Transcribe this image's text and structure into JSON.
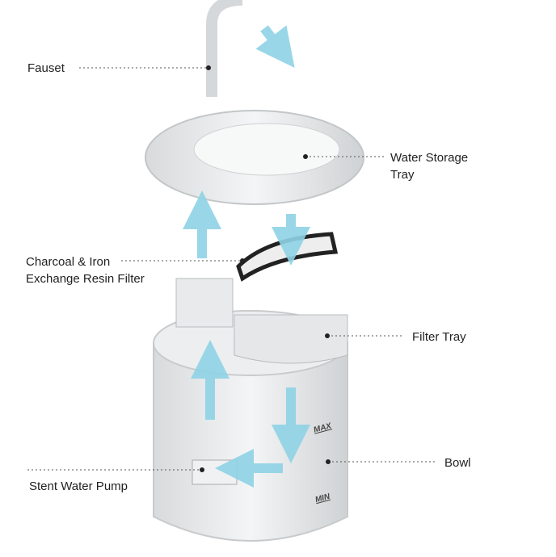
{
  "labels": {
    "faucet": "Fauset",
    "water_storage_tray": "Water Storage\nTray",
    "filter": "Charcoal & Iron\nExchange Resin Filter",
    "filter_tray": "Filter Tray",
    "bowl": "Bowl",
    "pump": "Stent Water Pump"
  },
  "bowl_marks": {
    "max": "MAX",
    "min": "MIN"
  },
  "colors": {
    "arrow": "#8fd3e6",
    "leader": "#555555"
  }
}
